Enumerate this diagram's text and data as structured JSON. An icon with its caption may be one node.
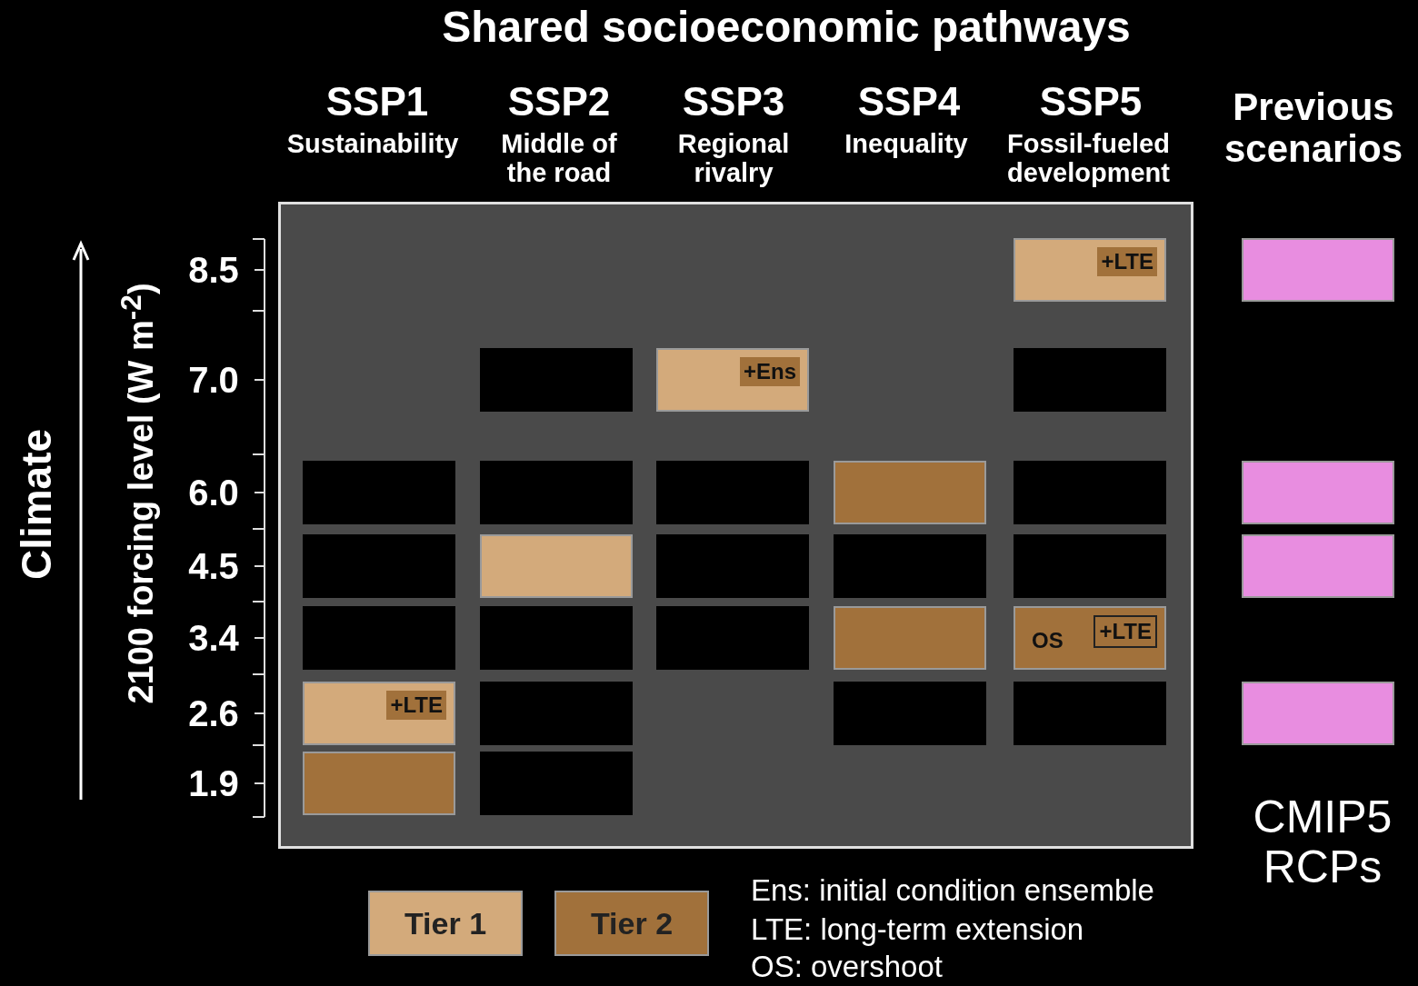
{
  "diagram": {
    "title": "Shared socioeconomic pathways",
    "nodes": [
      {
        "text": [],
        "shape": "box"
      },
      {
        "text": [
          "+LTE"
        ],
        "in": 0
      },
      {
        "text": [],
        "shape": "box"
      },
      {
        "text": [],
        "shape": "box",
        "in": 0
      },
      {
        "text": [
          "+Ens"
        ],
        "in": 0
      },
      {
        "text": [],
        "shape": "box",
        "in": 0
      },
      {
        "text": [],
        "shape": "box",
        "in": 0
      },
      {
        "text": [],
        "shape": "box",
        "in": 0
      },
      {
        "text": [],
        "shape": "box",
        "in": 0
      },
      {
        "text": [],
        "shape": "box",
        "in": 0
      },
      {
        "text": [],
        "shape": "box",
        "in": 0
      },
      {
        "text": [],
        "shape": "box"
      },
      {
        "text": [],
        "shape": "box",
        "in": 0
      },
      {
        "text": [],
        "shape": "box",
        "in": 0
      },
      {
        "text": [],
        "shape": "box",
        "in": 0
      },
      {
        "text": [],
        "shape": "box",
        "in": 0
      },
      {
        "text": [],
        "shape": "box",
        "in": 0
      },
      {
        "text": [],
        "shape": "box"
      },
      {
        "text": [],
        "shape": "box",
        "in": 0
      },
      {
        "text": [],
        "shape": "box",
        "in": 0
      },
      {
        "text": [],
        "shape": "box",
        "in": 0
      },
      {
        "text": [],
        "shape": "box",
        "in": 0
      },
      {
        "text": [
          "OS",
          "+LTE"
        ],
        "in": 0
      },
      {
        "text": [
          "+LTE"
        ],
        "in": 0
      },
      {
        "text": [],
        "shape": "box",
        "in": 0
      },
      {
        "text": [],
        "shape": "box",
        "in": 0
      },
      {
        "text": [],
        "shape": "box",
        "in": 0
      },
      {
        "text": [],
        "shape": "box"
      },
      {
        "text": [],
        "shape": "box",
        "in": 0
      },
      {
        "text": [],
        "shape": "box",
        "in": 0
      }
    ],
    "labels": [
      "SSP1",
      "SSP2",
      "SSP3",
      "SSP4",
      "SSP5",
      "Sustainability",
      "Middle of the road",
      "Regional rivalry",
      "Inequality",
      "Fossil-fueled development",
      "Previous scenarios",
      "Climate",
      "2100 forcing level (W m$^{-2}$)",
      "8.5",
      "7.0",
      "6.0",
      "4.5",
      "3.4",
      "2.6",
      "1.9",
      "CMIP5 RCPs",
      "Ens: initial condition ensemble",
      "LTE: long-term extension",
      "OS: overshoot"
    ],
    "legend": [
      {
        "text": "Tier 1",
        "color": "#d3aa7b"
      },
      {
        "text": "Tier 2",
        "color": "#a1713b"
      }
    ]
  }
}
